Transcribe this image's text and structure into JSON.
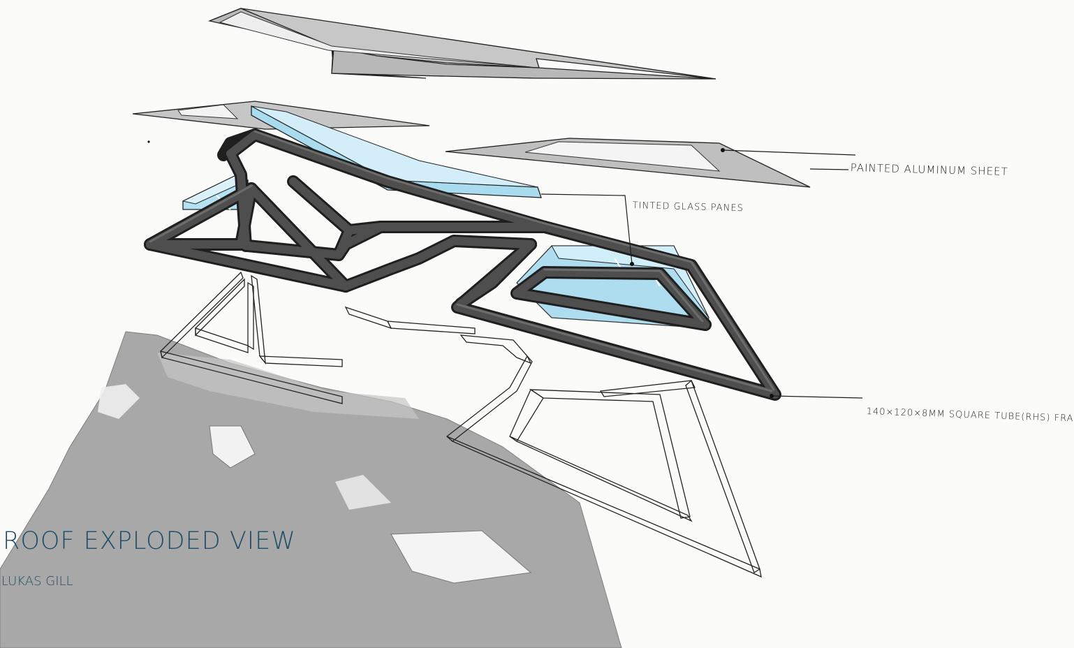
{
  "title": "ROOF EXPLODED VIEW",
  "author": "LUKAS GILL",
  "labels": {
    "aluminum": "PAINTED ALUMINUM SHEET",
    "glass": "TINTED GLASS PANES",
    "frame": "140×120×8mm SQUARE TUBE(RHS) FRA"
  },
  "colors": {
    "steel": "#4b4b4b",
    "steel_edge": "#1f1f1f",
    "glass": "#bfe6f5",
    "aluminum": "#bcbcbc",
    "shadow": "#8f8f8f",
    "ink": "#1c1c1c",
    "title_ink": "#1f4e66"
  }
}
